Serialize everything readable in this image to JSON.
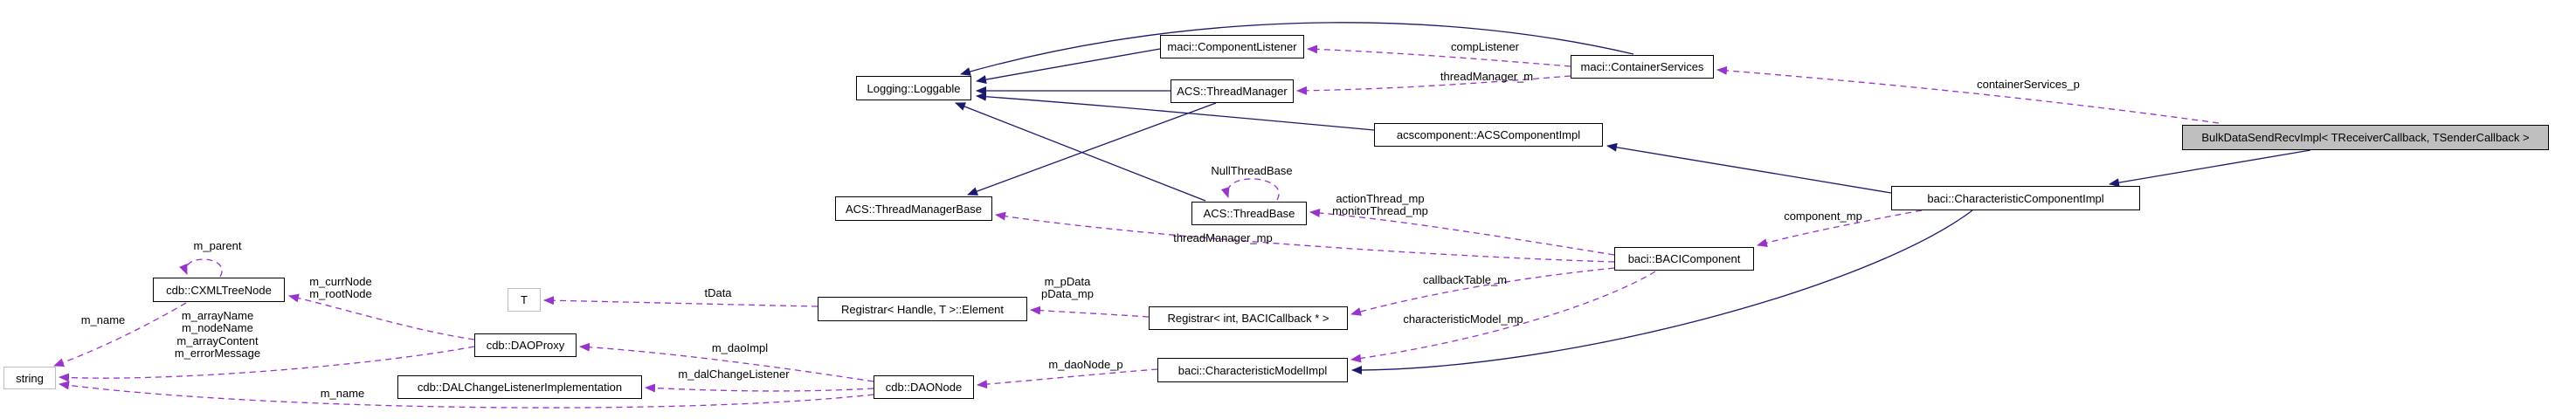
{
  "diagram": {
    "type": "doxygen-collaboration-graph",
    "colors": {
      "inherit_edge": "#191970",
      "member_edge": "#9a32cd",
      "node_border": "#000000",
      "node_fill": "#ffffff",
      "highlight_fill": "#bfbfbf",
      "param_border": "#bebebe",
      "background": "#ffffff"
    },
    "nodes": [
      {
        "id": "logging-loggable",
        "label": "Logging::Loggable",
        "kind": "class"
      },
      {
        "id": "maci-component-listener",
        "label": "maci::ComponentListener",
        "kind": "class"
      },
      {
        "id": "acs-thread-manager",
        "label": "ACS::ThreadManager",
        "kind": "class"
      },
      {
        "id": "maci-container-services",
        "label": "maci::ContainerServices",
        "kind": "class"
      },
      {
        "id": "acscomponent-acs-component-impl",
        "label": "acscomponent::ACSComponentImpl",
        "kind": "class"
      },
      {
        "id": "bulk-data-send-recv-impl",
        "label": "BulkDataSendRecvImpl< TReceiverCallback, TSenderCallback >",
        "kind": "highlight"
      },
      {
        "id": "acs-thread-manager-base",
        "label": "ACS::ThreadManagerBase",
        "kind": "class"
      },
      {
        "id": "acs-thread-base",
        "label": "ACS::ThreadBase",
        "kind": "class"
      },
      {
        "id": "baci-characteristic-component-impl",
        "label": "baci::CharacteristicComponentImpl",
        "kind": "class"
      },
      {
        "id": "baci-baci-component",
        "label": "baci::BACIComponent",
        "kind": "class"
      },
      {
        "id": "registrar-handle-t-element",
        "label": "Registrar< Handle, T >::Element",
        "kind": "class"
      },
      {
        "id": "registrar-int-bacicallback",
        "label": "Registrar< int, BACICallback * >",
        "kind": "class"
      },
      {
        "id": "baci-characteristic-model-impl",
        "label": "baci::CharacteristicModelImpl",
        "kind": "class"
      },
      {
        "id": "cdb-dao-node",
        "label": "cdb::DAONode",
        "kind": "class"
      },
      {
        "id": "cdb-dao-proxy",
        "label": "cdb::DAOProxy",
        "kind": "class"
      },
      {
        "id": "cdb-dal-change-listener-implementation",
        "label": "cdb::DALChangeListenerImplementation",
        "kind": "class"
      },
      {
        "id": "cdb-cxml-tree-node",
        "label": "cdb::CXMLTreeNode",
        "kind": "class"
      },
      {
        "id": "t-template-param",
        "label": "T",
        "kind": "param"
      },
      {
        "id": "string",
        "label": "string",
        "kind": "param"
      }
    ],
    "edges": [
      {
        "from": "maci-container-services",
        "to": "maci-component-listener",
        "relation": "member",
        "label": "compListener"
      },
      {
        "from": "maci-container-services",
        "to": "acs-thread-manager",
        "relation": "member",
        "label": "threadManager_m"
      },
      {
        "from": "bulk-data-send-recv-impl",
        "to": "maci-container-services",
        "relation": "member",
        "label": "containerServices_p"
      },
      {
        "from": "acs-thread-base",
        "to": "acs-thread-base",
        "relation": "member",
        "label": "NullThreadBase"
      },
      {
        "from": "baci-baci-component",
        "to": "acs-thread-base",
        "relation": "member",
        "label": "actionThread_mp\nmonitorThread_mp"
      },
      {
        "from": "baci-baci-component",
        "to": "acs-thread-manager-base",
        "relation": "member",
        "label": "threadManager_mp"
      },
      {
        "from": "baci-characteristic-component-impl",
        "to": "baci-baci-component",
        "relation": "member",
        "label": "component_mp"
      },
      {
        "from": "baci-baci-component",
        "to": "registrar-int-bacicallback",
        "relation": "member",
        "label": "callbackTable_m"
      },
      {
        "from": "baci-baci-component",
        "to": "baci-characteristic-model-impl",
        "relation": "member",
        "label": "characteristicModel_mp"
      },
      {
        "from": "registrar-int-bacicallback",
        "to": "registrar-handle-t-element",
        "relation": "member",
        "label": "m_pData\npData_mp"
      },
      {
        "from": "registrar-handle-t-element",
        "to": "t-template-param",
        "relation": "member",
        "label": "tData"
      },
      {
        "from": "baci-characteristic-model-impl",
        "to": "cdb-dao-node",
        "relation": "member",
        "label": "m_daoNode_p"
      },
      {
        "from": "cdb-dao-node",
        "to": "cdb-dao-proxy",
        "relation": "member",
        "label": "m_daoImpl"
      },
      {
        "from": "cdb-dao-node",
        "to": "cdb-dal-change-listener-implementation",
        "relation": "member",
        "label": "m_dalChangeListener"
      },
      {
        "from": "cdb-dao-node",
        "to": "string",
        "relation": "member",
        "label": "m_name"
      },
      {
        "from": "cdb-cxml-tree-node",
        "to": "string",
        "relation": "member",
        "label": "m_name"
      },
      {
        "from": "cdb-dao-proxy",
        "to": "string",
        "relation": "member",
        "label": "m_arrayName\nm_nodeName\nm_arrayContent\nm_errorMessage"
      },
      {
        "from": "cdb-cxml-tree-node",
        "to": "cdb-cxml-tree-node",
        "relation": "member",
        "label": "m_parent"
      },
      {
        "from": "cdb-dao-proxy",
        "to": "cdb-cxml-tree-node",
        "relation": "member",
        "label": "m_currNode\nm_rootNode"
      },
      {
        "from": "maci-component-listener",
        "to": "logging-loggable",
        "relation": "inheritance",
        "label": ""
      },
      {
        "from": "acs-thread-manager",
        "to": "logging-loggable",
        "relation": "inheritance",
        "label": ""
      },
      {
        "from": "acscomponent-acs-component-impl",
        "to": "logging-loggable",
        "relation": "inheritance",
        "label": ""
      },
      {
        "from": "maci-container-services",
        "to": "logging-loggable",
        "relation": "inheritance",
        "label": ""
      },
      {
        "from": "acs-thread-base",
        "to": "logging-loggable",
        "relation": "inheritance",
        "label": ""
      },
      {
        "from": "acs-thread-manager",
        "to": "acs-thread-manager-base",
        "relation": "inheritance",
        "label": ""
      },
      {
        "from": "baci-characteristic-component-impl",
        "to": "acscomponent-acs-component-impl",
        "relation": "inheritance",
        "label": ""
      },
      {
        "from": "baci-characteristic-component-impl",
        "to": "baci-characteristic-model-impl",
        "relation": "inheritance",
        "label": ""
      },
      {
        "from": "bulk-data-send-recv-impl",
        "to": "baci-characteristic-component-impl",
        "relation": "inheritance",
        "label": ""
      }
    ]
  }
}
